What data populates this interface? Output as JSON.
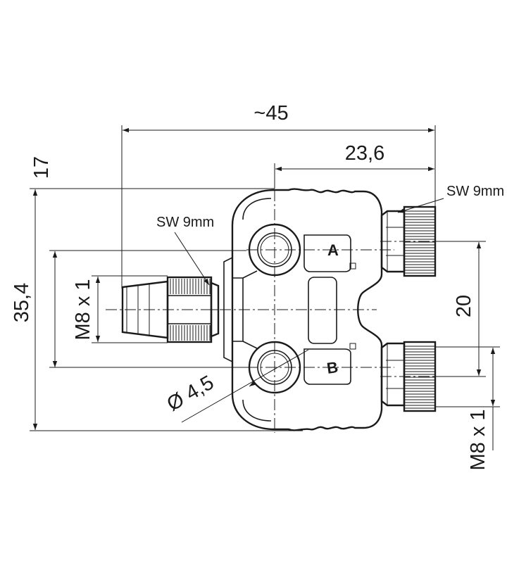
{
  "drawing": {
    "dimensions": {
      "overall_width": "~45",
      "outlet_offset": "23,6",
      "top_offset": "17",
      "overall_height": "35,4",
      "outlet_pitch": "20",
      "inlet_thread": "M8 x 1",
      "outlet_thread": "M8 x 1",
      "hole_diameter": "Ø 4,5"
    },
    "callouts": {
      "wrench_size_inlet": "SW 9mm",
      "wrench_size_outlet": "SW 9mm"
    },
    "port_labels": {
      "port_a": "A",
      "port_b": "B"
    }
  }
}
